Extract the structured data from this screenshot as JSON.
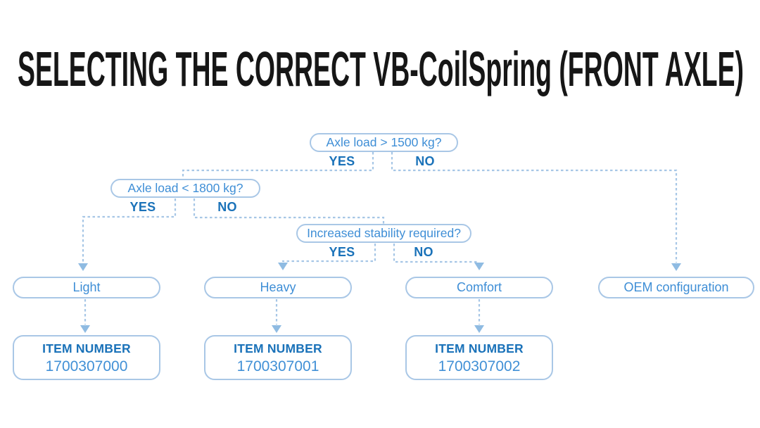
{
  "title": "SELECTING THE CORRECT VB-CoilSpring (FRONT AXLE)",
  "colors": {
    "title": "#161616",
    "question_text": "#3e8ed6",
    "yes_no_text": "#1a72b9",
    "item_label_text": "#1a72b9",
    "item_number_text": "#4190d6",
    "box_border": "#a9c7e6",
    "dashed_line": "#a6c6e6",
    "arrowhead": "#8fbbe2",
    "background": "#ffffff"
  },
  "flowchart": {
    "decisions": [
      {
        "question": "Axle load > 1500 kg?",
        "yes_label": "YES",
        "no_label": "NO"
      },
      {
        "question": "Axle load < 1800 kg?",
        "yes_label": "YES",
        "no_label": "NO"
      },
      {
        "question": "Increased stability required?",
        "yes_label": "YES",
        "no_label": "NO"
      }
    ],
    "results": [
      {
        "label": "Light",
        "item_number_label": "ITEM NUMBER",
        "item_number": "1700307000"
      },
      {
        "label": "Heavy",
        "item_number_label": "ITEM NUMBER",
        "item_number": "1700307001"
      },
      {
        "label": "Comfort",
        "item_number_label": "ITEM NUMBER",
        "item_number": "1700307002"
      },
      {
        "label": "OEM configuration"
      }
    ]
  }
}
